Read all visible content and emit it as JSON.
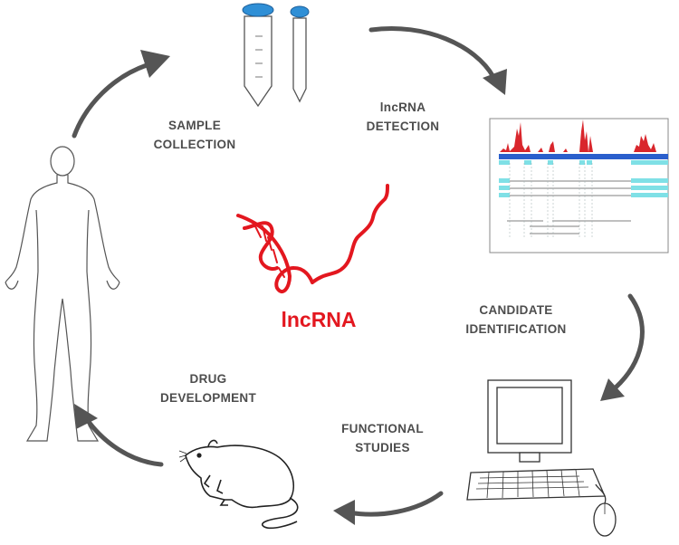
{
  "center_label": "lncRNA",
  "steps": [
    {
      "id": "sample",
      "lines": [
        "SAMPLE",
        "COLLECTION"
      ]
    },
    {
      "id": "detection",
      "lines": [
        "lncRNA",
        "DETECTION"
      ]
    },
    {
      "id": "candidate",
      "lines": [
        "CANDIDATE",
        "IDENTIFICATION"
      ]
    },
    {
      "id": "functional",
      "lines": [
        "FUNCTIONAL",
        "STUDIES"
      ]
    },
    {
      "id": "drug",
      "lines": [
        "DRUG",
        "DEVELOPMENT"
      ]
    }
  ],
  "colors": {
    "text": "#4d4d4d",
    "arrow": "#555555",
    "rna": "#e3171f",
    "tube_cap": "#2f8fd6",
    "track_blue": "#2a5fcc",
    "track_cyan": "#7fe0e6",
    "coverage_red": "#d9262c",
    "outline": "#444444"
  },
  "icons": [
    "human-body-icon",
    "sample-tubes-icon",
    "genome-browser-icon",
    "computer-icon",
    "mouse-animal-icon",
    "rna-strand-icon"
  ]
}
